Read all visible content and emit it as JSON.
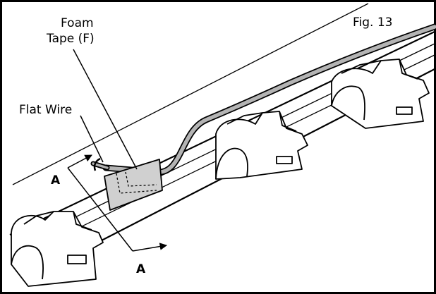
{
  "figure_number": "Fig. 13",
  "callouts": {
    "foam_tape_line1": "Foam",
    "foam_tape_line2": "Tape (F)",
    "flat_wire": "Flat Wire"
  },
  "section_marker": {
    "top": "A",
    "bottom": "A"
  },
  "colors": {
    "stroke": "#000000",
    "tape_fill": "#d0d0d0",
    "wire_fill": "#b4b4b4",
    "background": "#ffffff"
  }
}
